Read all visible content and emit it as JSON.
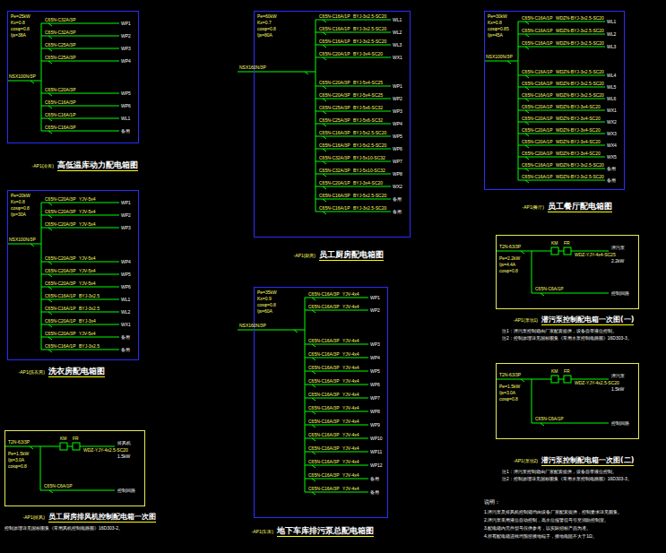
{
  "diagram": {
    "nodes": [
      {
        "text": [
          "高低温库动力配电箱图"
        ]
      },
      {
        "text": [
          "员工厨房配电箱图"
        ]
      },
      {
        "text": [
          "员工餐厅配电箱图"
        ]
      },
      {
        "text": [
          "潜污泵控制配电箱一次图(一)"
        ]
      },
      {
        "text": [
          "洗衣房配电箱图"
        ]
      },
      {
        "text": [
          "地下车库排污泵总配电箱图"
        ]
      },
      {
        "text": [
          "潜污泵控制配电箱一次图(二)"
        ]
      },
      {
        "text": [
          "员工厨房排风机控制配电箱一次图"
        ]
      }
    ],
    "labels": [
      "Pe=25kW",
      "Kx=0.8",
      "cosφ=0.8",
      "Ijs=38A",
      "NSX100N/3P",
      "C65N-C32A/3P",
      "WP1",
      "C65N-C32A/3P",
      "WP2",
      "C65N-C25A/3P",
      "WP3",
      "C65N-C25A/3P",
      "WP4",
      "C65N-C20A/3P",
      "WP5",
      "C65N-C16A/3P",
      "WP6",
      "C65N-C16A/1P",
      "WL1",
      "C65N-C16A/3P",
      "备用",
      "-AP1(冷库)",
      "Pe=60kW",
      "Kx=0.7",
      "cosφ=0.8",
      "Ijs=80A",
      "NSX160N/3P",
      "C65N-C16A/1P",
      "BYJ-3x2.5-SC20",
      "WL1",
      "C65N-C16A/1P",
      "BYJ-3x2.5-SC20",
      "WL2",
      "C65N-C16A/1P",
      "BYJ-3x2.5-SC20",
      "WL3",
      "C65N-C20A/1P",
      "BYJ-3x4-SC20",
      "WX1",
      "C65N-C20A/3P",
      "BYJ-5x4-SC25",
      "WP1",
      "C65N-C20A/3P",
      "BYJ-5x4-SC25",
      "WP2",
      "C65N-C25A/3P",
      "BYJ-5x6-SC32",
      "WP3",
      "C65N-C25A/3P",
      "BYJ-5x6-SC32",
      "WP4",
      "C65N-C16A/3P",
      "BYJ-5x2.5-SC20",
      "WP5",
      "C65N-C16A/3P",
      "BYJ-5x2.5-SC20",
      "WP6",
      "C65N-C32A/3P",
      "BYJ-5x10-SC32",
      "WP7",
      "C65N-C32A/3P",
      "BYJ-5x10-SC32",
      "WP8",
      "C65N-C20A/1P",
      "BYJ-3x4-SC20",
      "WX2",
      "C65N-C16A/3P",
      "BYJ-5x2.5-SC20",
      "备用",
      "C65N-C16A/1P",
      "BYJ-3x2.5-SC20",
      "备用",
      "-AP1(厨房)",
      "Pe=30kW",
      "Kx=0.8",
      "cosφ=0.85",
      "Ijs=45A",
      "NSX100N/3P",
      "C65N-C16A/1P",
      "WDZN-BYJ-3x2.5-SC20",
      "WL1",
      "C65N-C16A/1P",
      "WDZN-BYJ-3x2.5-SC20",
      "WL2",
      "C65N-C16A/1P",
      "WDZN-BYJ-3x2.5-SC20",
      "WL3",
      "C65N-C16A/1P",
      "WDZN-BYJ-3x2.5-SC20",
      "WL4",
      "C65N-C16A/1P",
      "WDZN-BYJ-3x2.5-SC20",
      "WL5",
      "C65N-C16A/1P",
      "WDZN-BYJ-3x2.5-SC20",
      "WL6",
      "C65N-C20A/1P",
      "WDZN-BYJ-3x4-SC20",
      "WX1",
      "C65N-C20A/1P",
      "WDZN-BYJ-3x4-SC20",
      "WX2",
      "C65N-C20A/1P",
      "WDZN-BYJ-3x4-SC20",
      "WX3",
      "C65N-C20A/1P",
      "WDZN-BYJ-3x4-SC20",
      "WX4",
      "C65N-C20A/1P",
      "WDZN-BYJ-3x4-SC20",
      "WX5",
      "C65N-C16A/1P",
      "WDZN-BYJ-3x2.5-SC20",
      "备用",
      "C65N-C16A/1P",
      "WDZN-BYJ-3x2.5-SC20",
      "备用",
      "-AP1(餐厅)",
      "Pe=2.2kW",
      "Ijs=4.4A",
      "cosφ=0.8",
      "T2N-63/3P",
      "KM",
      "FR",
      "WDZ-YJY-4x4-SC25",
      "潜污泵",
      "2.2kW",
      "C65N-C6A/1P",
      "控制回路",
      "-AP1(泵坑1)",
      "注1：潜污泵控制箱由厂家配套提供，设备自带液位控制。",
      "注2：控制原理详见国标图集《常用水泵控制电路图》16D303-3。",
      "Pe=20kW",
      "Kx=0.8",
      "cosφ=0.8",
      "Ijs=30A",
      "NSX100N/3P",
      "C65N-C20A/3P",
      "YJV-5x4",
      "WP1",
      "C65N-C20A/3P",
      "YJV-5x4",
      "WP2",
      "C65N-C20A/3P",
      "YJV-5x4",
      "WP3",
      "C65N-C20A/3P",
      "YJV-5x4",
      "WP4",
      "C65N-C20A/3P",
      "YJV-5x4",
      "WP5",
      "C65N-C20A/3P",
      "YJV-5x4",
      "WP6",
      "C65N-C16A/1P",
      "BYJ-3x2.5",
      "WL1",
      "C65N-C16A/1P",
      "BYJ-3x2.5",
      "WL2",
      "C65N-C20A/1P",
      "BYJ-3x4",
      "WX1",
      "C65N-C20A/3P",
      "YJV-5x4",
      "备用",
      "C65N-C16A/1P",
      "BYJ-3x2.5",
      "备用",
      "-AP1(洗衣房)",
      "Pe=35kW",
      "Kx=0.9",
      "cosφ=0.8",
      "Ijs=60A",
      "NSX160N/3P",
      "C65N-C16A/3P",
      "YJV-4x4",
      "WP1",
      "C65N-C16A/3P",
      "YJV-4x4",
      "WP2",
      "C65N-C16A/3P",
      "YJV-4x4",
      "WP3",
      "C65N-C16A/3P",
      "YJV-4x4",
      "WP4",
      "C65N-C16A/3P",
      "YJV-4x4",
      "WP5",
      "C65N-C16A/3P",
      "YJV-4x4",
      "WP6",
      "C65N-C16A/3P",
      "YJV-4x4",
      "WP7",
      "C65N-C16A/3P",
      "YJV-4x4",
      "WP8",
      "C65N-C16A/3P",
      "YJV-4x4",
      "WP9",
      "C65N-C16A/3P",
      "YJV-4x4",
      "WP10",
      "C65N-C16A/3P",
      "YJV-4x4",
      "WP11",
      "C65N-C16A/3P",
      "YJV-4x4",
      "WP12",
      "C65N-C16A/3P",
      "YJV-4x4",
      "备用",
      "C65N-C16A/3P",
      "YJV-4x4",
      "备用",
      "-AP1(车库)",
      "Pe=1.5kW",
      "Ijs=3.0A",
      "cosφ=0.8",
      "T2N-63/3P",
      "KM",
      "FR",
      "WDZ-YJY-4x2.5-SC20",
      "潜污泵",
      "1.5kW",
      "C65N-C6A/1P",
      "控制回路",
      "-AP1(泵坑2)",
      "注1：潜污泵控制箱由厂家配套提供，设备自带液位控制。",
      "注2：控制原理详见国标图集《常用水泵控制电路图》16D303-3。",
      "Pe=1.5kW",
      "Ijs=3.0A",
      "cosφ=0.8",
      "T2N-63/3P",
      "KM",
      "FR",
      "WDZ-YJY-4x2.5-SC20",
      "排风机",
      "1.5kW",
      "C65N-C6A/1P",
      "控制回路",
      "-AP1(排风)",
      "控制原理详见国标图集《常用风机控制电路图》16D303-2。",
      "说明：",
      "1.潜污泵及排风机控制箱均由设备厂家配套提供，控制要求详见图集。",
      "2.潜污泵采用液位自动控制，高水位报警信号引至消防控制室。",
      "3.配电箱内元件型号仅供参考，以实际招标产品为准。",
      "4.所有配电箱进线均预留接地端子，接地电阻不大于1Ω。"
    ]
  }
}
